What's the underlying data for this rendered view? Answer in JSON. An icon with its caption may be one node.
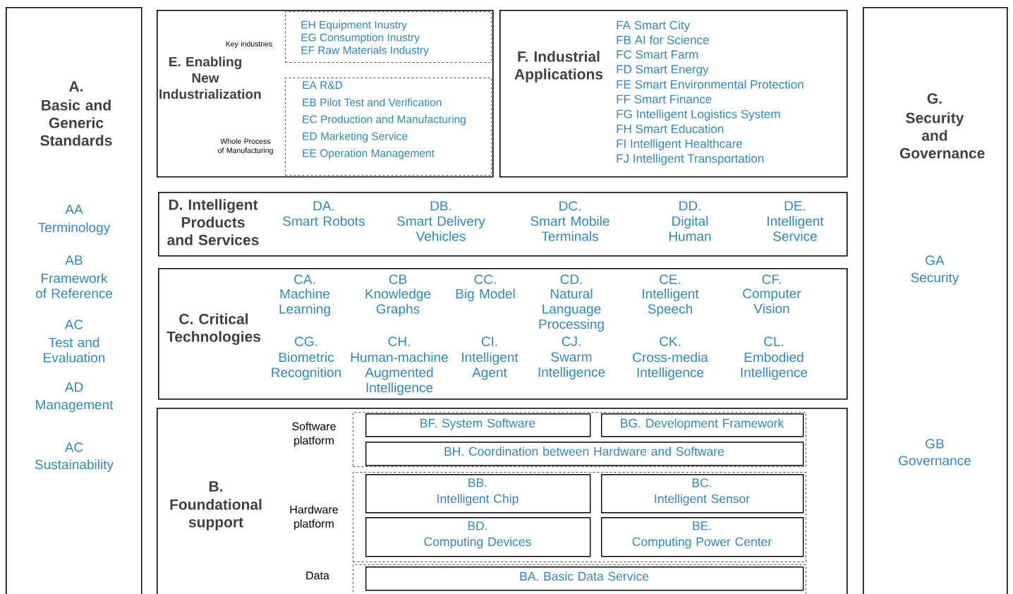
{
  "diagram": {
    "nodes": [
      {
        "text": [
          "A.",
          "Basic and Generic Standards",
          "AA",
          "Terminology",
          "AB",
          "Framework of Reference",
          "AC",
          "Test and Evaluation",
          "AD",
          "Management",
          "AC",
          "Sustainability"
        ]
      },
      {
        "text": [
          "E. Enabling New Industrialization"
        ]
      },
      {
        "text": [
          "Key industries",
          "EH Equipment Inustry",
          "EG Consumption Inustry",
          "EF Raw Materials Industry"
        ],
        "in": 1
      },
      {
        "text": [
          "Whole Process of Manufacturing",
          "EA R&D",
          "EB Pilot Test and Verification",
          "EC Production and Manufacturing",
          "ED Marketing Service",
          "EE Operation Management"
        ],
        "in": 1
      },
      {
        "text": [
          "F. Industrial Applications",
          "FA Smart City",
          "FB AI for Science",
          "FC Smart Farm",
          "FD Smart Energy",
          "FE Smart Environmental Protection",
          "FF Smart Finance",
          "FG Intelligent Logistics System",
          "FH Smart Education",
          "FI Intelligent Healthcare",
          "FJ Intelligent Transportation"
        ]
      },
      {
        "text": [
          "G.",
          "Security and Governance",
          "GA",
          "Security",
          "GB",
          "Governance"
        ]
      },
      {
        "text": [
          "D. Intelligent Products and Services",
          "DA.",
          "Smart Robots",
          "DB.",
          "Smart Delivery Vehicles",
          "DC.",
          "Smart Mobile Terminals",
          "DD.",
          "Digital Human",
          "DE.",
          "Intelligent Service"
        ]
      },
      {
        "text": [
          "C. Critical Technologies",
          "CA.",
          "Machine Learning",
          "CB",
          "Knowledge Graphs",
          "CC.",
          "Big Model",
          "CD.",
          "Natural Language Processing",
          "CE.",
          "Intelligent Speech",
          "CF.",
          "Computer Vision",
          "CG.",
          "Biometric Recognition",
          "CH.",
          "Human-machine Augmented Intelligence",
          "CI.",
          "Intelligent Agent",
          "CJ.",
          "Swarm Intelligence",
          "CK.",
          "Cross-media Intelligence",
          "CL.",
          "Embodied Intelligence"
        ]
      },
      {
        "text": [
          "B.",
          "Foundational support"
        ]
      },
      {
        "text": [
          "Software platform"
        ],
        "in": 8
      },
      {
        "text": [
          "BF. System Software"
        ],
        "in": 9
      },
      {
        "text": [
          "BG. Development Framework"
        ],
        "in": 9
      },
      {
        "text": [
          "BH. Coordination between Hardware and Software"
        ],
        "in": 9
      },
      {
        "text": [
          "Hardware platform"
        ],
        "in": 8
      },
      {
        "text": [
          "BB.",
          "Intelligent Chip"
        ],
        "in": 13
      },
      {
        "text": [
          "BC.",
          "Intelligent Sensor"
        ],
        "in": 13
      },
      {
        "text": [
          "BD.",
          "Computing Devices"
        ],
        "in": 13
      },
      {
        "text": [
          "BE.",
          "Computing Power Center"
        ],
        "in": 13
      },
      {
        "text": [
          "Data"
        ],
        "in": 8
      },
      {
        "text": [
          "BA. Basic Data Service"
        ],
        "in": 18
      }
    ]
  }
}
